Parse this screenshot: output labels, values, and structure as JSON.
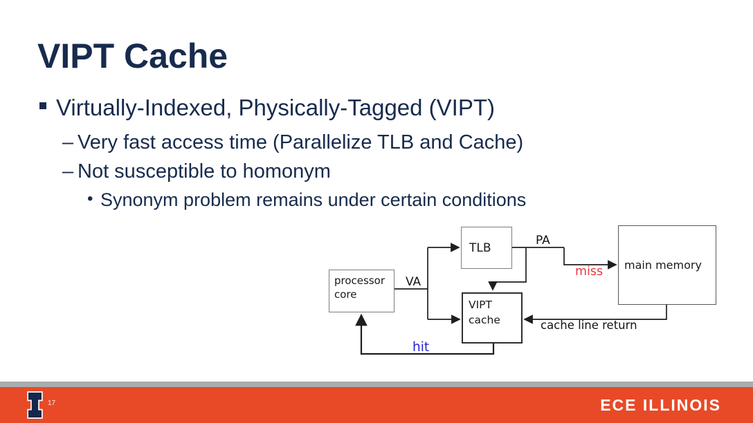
{
  "slide": {
    "title": "VIPT Cache",
    "bullet1": {
      "text": "Virtually-Indexed, Physically-Tagged (VIPT)"
    },
    "sub_bullets": [
      {
        "dash": "–",
        "text": "Very fast access time (Parallelize TLB and Cache)"
      },
      {
        "dash": "–",
        "text": "Not susceptible to homonym"
      }
    ],
    "sub_sub_bullet": {
      "dot": "•",
      "text": "Synonym problem remains under certain conditions"
    }
  },
  "diagram": {
    "boxes": {
      "processor_core": {
        "line1": "processor",
        "line2": "core"
      },
      "tlb": {
        "label": "TLB"
      },
      "vipt_cache": {
        "line1": "VIPT",
        "line2": "cache"
      },
      "main_memory": {
        "label": "main memory"
      }
    },
    "edge_labels": {
      "va": "VA",
      "pa": "PA",
      "miss": "miss",
      "hit": "hit",
      "cache_line_return": "cache line return"
    }
  },
  "footer": {
    "page_number": "17",
    "brand": "ECE ILLINOIS",
    "logo": "illinois-block-i-logo"
  },
  "colors": {
    "navy_text": "#172b4d",
    "illinois_orange": "#e84a27",
    "footer_gray": "#a8adb0",
    "logo_navy": "#13294b",
    "miss_red": "#e8393d",
    "hit_blue": "#2323cc",
    "diagram_line": "#1f1f1f"
  }
}
